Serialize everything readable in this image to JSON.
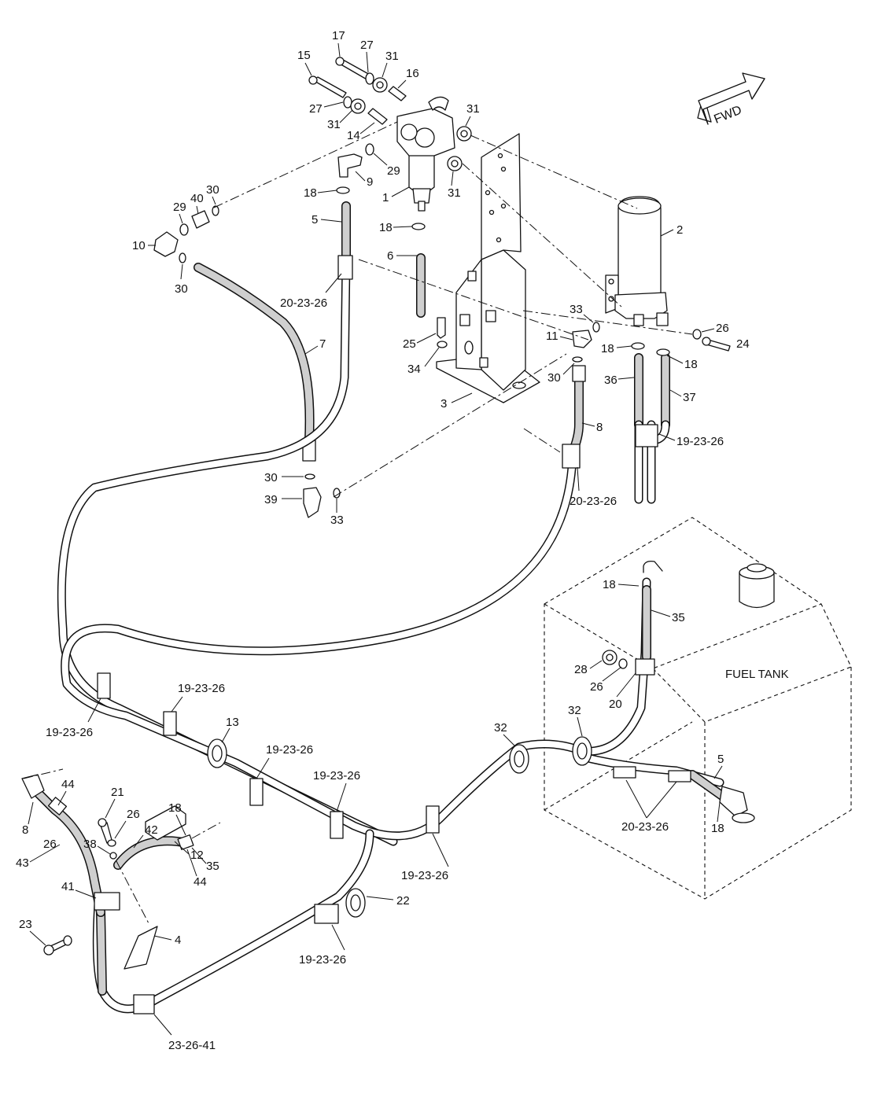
{
  "diagram": {
    "labels": {
      "fwd": "FWD",
      "fuel_tank": "FUEL TANK",
      "p1": "1",
      "p2": "2",
      "p3": "3",
      "p4": "4",
      "p5a": "5",
      "p5b": "5",
      "p6": "6",
      "p7": "7",
      "p8a": "8",
      "p8b": "8",
      "p9": "9",
      "p10": "10",
      "p11": "11",
      "p12": "12",
      "p13": "13",
      "p14": "14",
      "p15": "15",
      "p16": "16",
      "p17": "17",
      "p18a": "18",
      "p18b": "18",
      "p18c": "18",
      "p18d": "18",
      "p18e": "18",
      "p18f": "18",
      "p18g": "18",
      "p20": "20",
      "p21": "21",
      "p22": "22",
      "p23": "23",
      "p24": "24",
      "p25": "25",
      "p26a": "26",
      "p26b": "26",
      "p26c": "26",
      "p26d": "26",
      "p27a": "27",
      "p27b": "27",
      "p28": "28",
      "p29a": "29",
      "p29b": "29",
      "p30a": "30",
      "p30b": "30",
      "p30c": "30",
      "p30d": "30",
      "p31a": "31",
      "p31b": "31",
      "p31c": "31",
      "p31d": "31",
      "p32a": "32",
      "p32b": "32",
      "p33a": "33",
      "p33b": "33",
      "p34": "34",
      "p35a": "35",
      "p35b": "35",
      "p36": "36",
      "p37": "37",
      "p38": "38",
      "p39": "39",
      "p40": "40",
      "p41": "41",
      "p42": "42",
      "p43": "43",
      "p44a": "44",
      "p44b": "44",
      "c20a": "20-23-26",
      "c20b": "20-23-26",
      "c20c": "20-23-26",
      "c19a": "19-23-26",
      "c19b": "19-23-26",
      "c19c": "19-23-26",
      "c19d": "19-23-26",
      "c19e": "19-23-26",
      "c19f": "19-23-26",
      "c19g": "19-23-26",
      "c23": "23-26-41"
    }
  }
}
